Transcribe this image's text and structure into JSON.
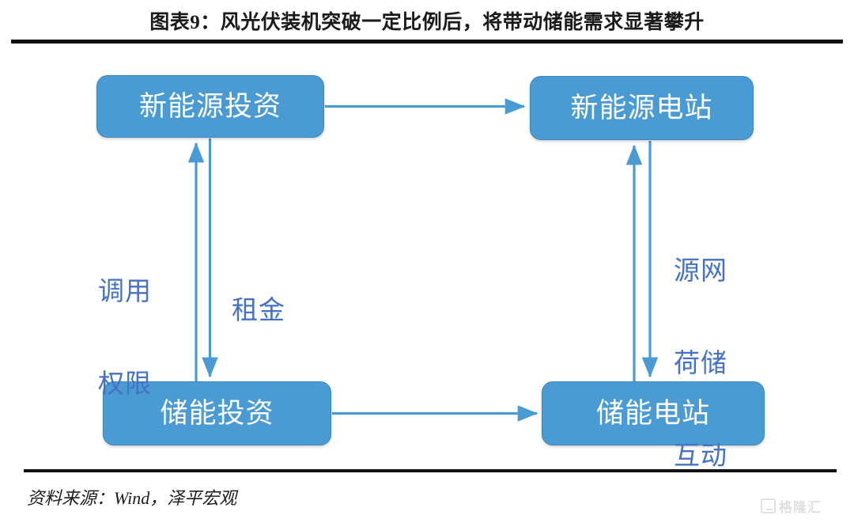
{
  "header": {
    "title": "图表9：风光伏装机突破一定比例后，将带动储能需求显著攀升"
  },
  "footer": {
    "source": "资料来源：Wind，泽平宏观",
    "watermark_text": "格隆汇",
    "watermark_icon": "gelonghui-logo-icon"
  },
  "diagram": {
    "type": "flow-diagram",
    "accent_color": "#4a9ad4",
    "label_color": "#4472c4",
    "node_text_color": "#ffffff",
    "nodes": [
      {
        "id": "new-energy-investment",
        "label": "新能源投资"
      },
      {
        "id": "new-energy-plant",
        "label": "新能源电站"
      },
      {
        "id": "storage-investment",
        "label": "储能投资"
      },
      {
        "id": "storage-plant",
        "label": "储能电站"
      }
    ],
    "edges": [
      {
        "id": "investment-to-plant",
        "from": "new-energy-investment",
        "to": "new-energy-plant",
        "label": ""
      },
      {
        "id": "storage-inv-to-plant",
        "from": "storage-investment",
        "to": "storage-plant",
        "label": ""
      },
      {
        "id": "dispatch-right",
        "from": "storage-investment",
        "to": "new-energy-investment",
        "label": "调用权限"
      },
      {
        "id": "rent",
        "from": "new-energy-investment",
        "to": "storage-investment",
        "label": "租金"
      },
      {
        "id": "source-grid-load-storage",
        "from": "storage-plant",
        "to": "new-energy-plant",
        "label": "源网荷储互动"
      }
    ],
    "labels": {
      "dispatch_right_line1": "调用",
      "dispatch_right_line2": "权限",
      "rent": "租金",
      "interaction_line1": "源网",
      "interaction_line2": "荷储",
      "interaction_line3": "互动"
    }
  }
}
